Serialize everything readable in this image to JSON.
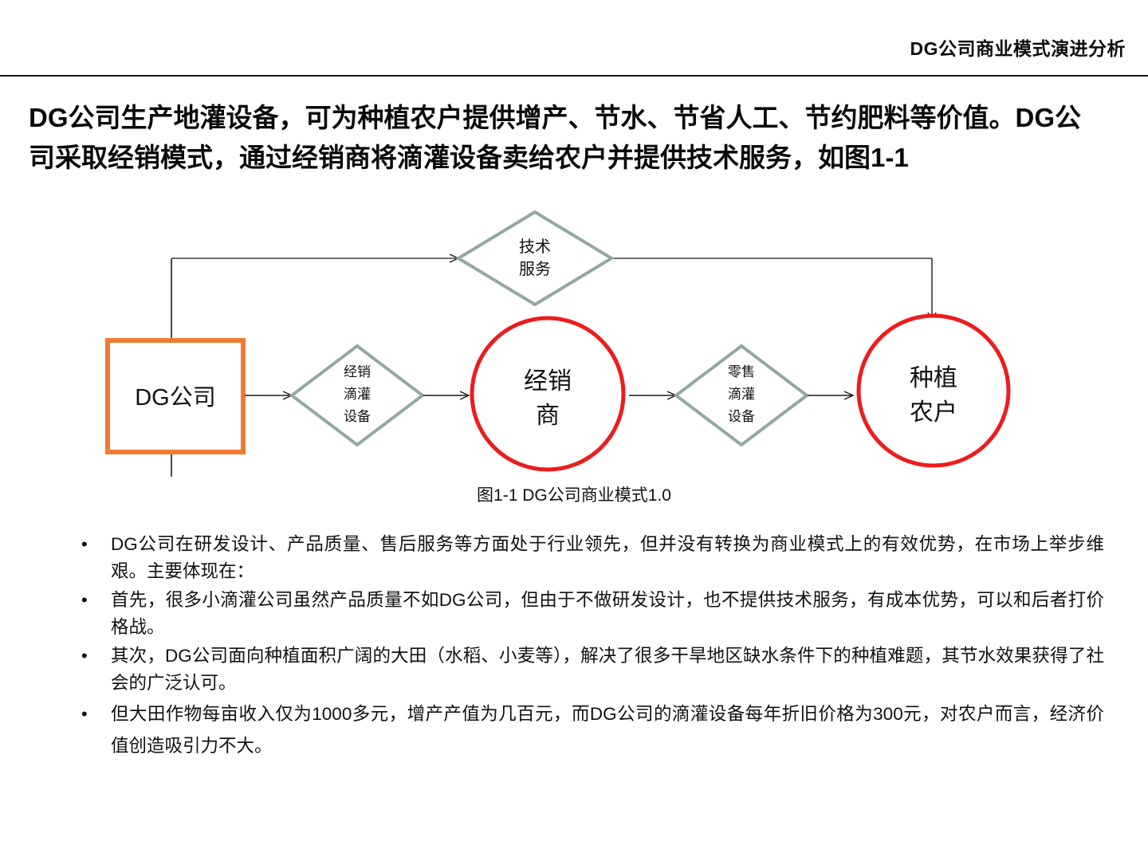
{
  "header": {
    "title": "DG公司商业模式演进分析"
  },
  "main": {
    "title": "DG公司生产地灌设备，可为种植农户提供增产、节水、节省人工、节约肥料等价值。DG公司采取经销模式，通过经销商将滴灌设备卖给农户并提供技术服务，如图1-1",
    "figure_caption": "图1-1 DG公司商业模式1.0"
  },
  "diagram": {
    "colors": {
      "box_border": "#ED7D31",
      "circle_border": "#EE1C1C",
      "diamond_border": "#93A8A0",
      "connector": "#6E6E6E",
      "connector_dark": "#1a1a1a"
    },
    "nodes": {
      "company": {
        "label": "DG公司",
        "shape": "rectangle"
      },
      "tech_service": {
        "label_line1": "技术",
        "label_line2": "服务",
        "shape": "diamond"
      },
      "distribute": {
        "label_line1": "经销",
        "label_line2": "滴灌",
        "label_line3": "设备",
        "shape": "diamond"
      },
      "dealer": {
        "label_line1": "经销",
        "label_line2": "商",
        "shape": "circle"
      },
      "retail": {
        "label_line1": "零售",
        "label_line2": "滴灌",
        "label_line3": "设备",
        "shape": "diamond"
      },
      "farmer": {
        "label_line1": "种植",
        "label_line2": "农户",
        "shape": "circle"
      }
    }
  },
  "bullets": {
    "marker": "•",
    "items": [
      "DG公司在研发设计、产品质量、售后服务等方面处于行业领先，但并没有转换为商业模式上的有效优势，在市场上举步维艰。主要体现在：",
      "首先，很多小滴灌公司虽然产品质量不如DG公司，但由于不做研发设计，也不提供技术服务，有成本优势，可以和后者打价格战。",
      "其次，DG公司面向种植面积广阔的大田（水稻、小麦等），解决了很多干旱地区缺水条件下的种植难题，其节水效果获得了社会的广泛认可。",
      "但大田作物每亩收入仅为1000多元，增产产值为几百元，而DG公司的滴灌设备每年折旧价格为300元，对农户而言，经济价值创造吸引力不大。"
    ]
  }
}
